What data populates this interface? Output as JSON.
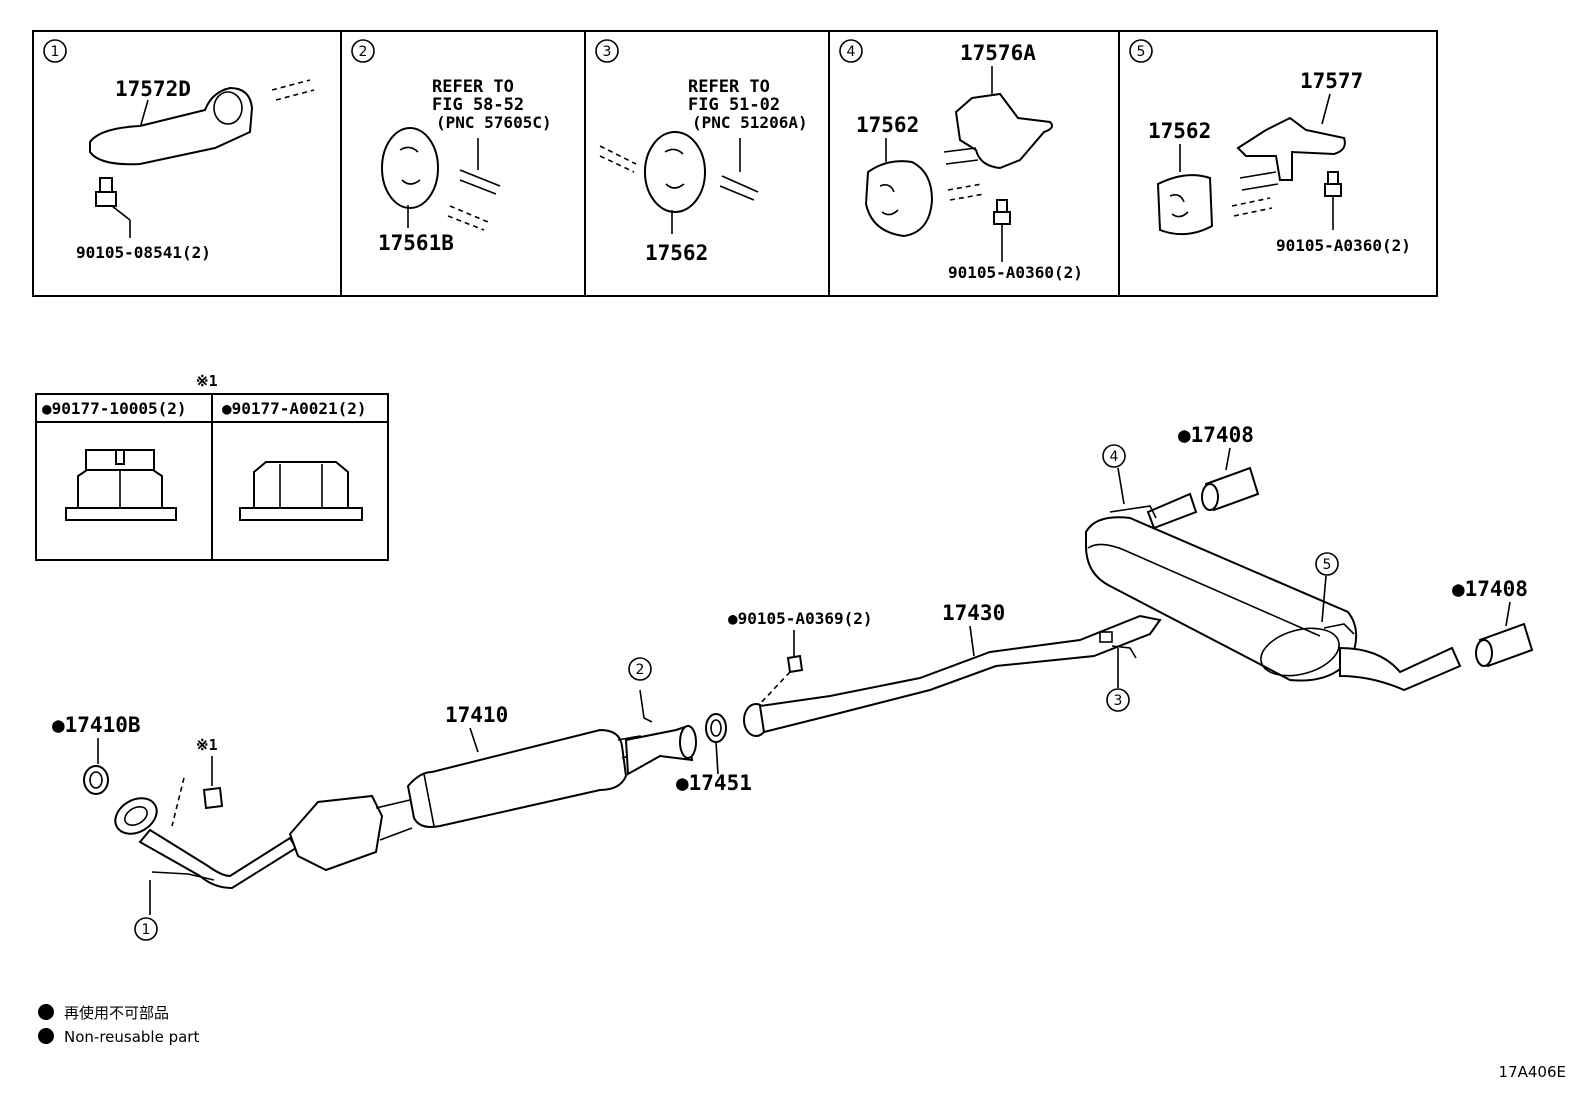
{
  "insets": [
    {
      "num": "1",
      "parts": [
        "17572D",
        "90105-08541(2)"
      ]
    },
    {
      "num": "2",
      "parts": [
        "17561B"
      ],
      "refer_lines": [
        "REFER TO",
        "FIG 58-52",
        "(PNC 57605C)"
      ]
    },
    {
      "num": "3",
      "parts": [
        "17562"
      ],
      "refer_lines": [
        "REFER TO",
        "FIG 51-02",
        "(PNC 51206A)"
      ]
    },
    {
      "num": "4",
      "parts": [
        "17576A",
        "17562",
        "90105-A0360(2)"
      ]
    },
    {
      "num": "5",
      "parts": [
        "17577",
        "17562",
        "90105-A0360(2)"
      ]
    }
  ],
  "nut_table": {
    "note_mark": "※1",
    "headers": [
      "●90177-10005(2)",
      "●90177-A0021(2)"
    ]
  },
  "main_parts": {
    "p17410B": "●17410B",
    "note1": "※1",
    "p17410": "17410",
    "p17451": "●17451",
    "p90105": "●90105-A0369(2)",
    "p17430": "17430",
    "p17408a": "●17408",
    "p17408b": "●17408"
  },
  "callouts": [
    "1",
    "2",
    "3",
    "4",
    "5"
  ],
  "legend": {
    "jp": "再使用不可部品",
    "en": "Non-reusable part",
    "bullet": "●"
  },
  "figure_id": "17A406E"
}
